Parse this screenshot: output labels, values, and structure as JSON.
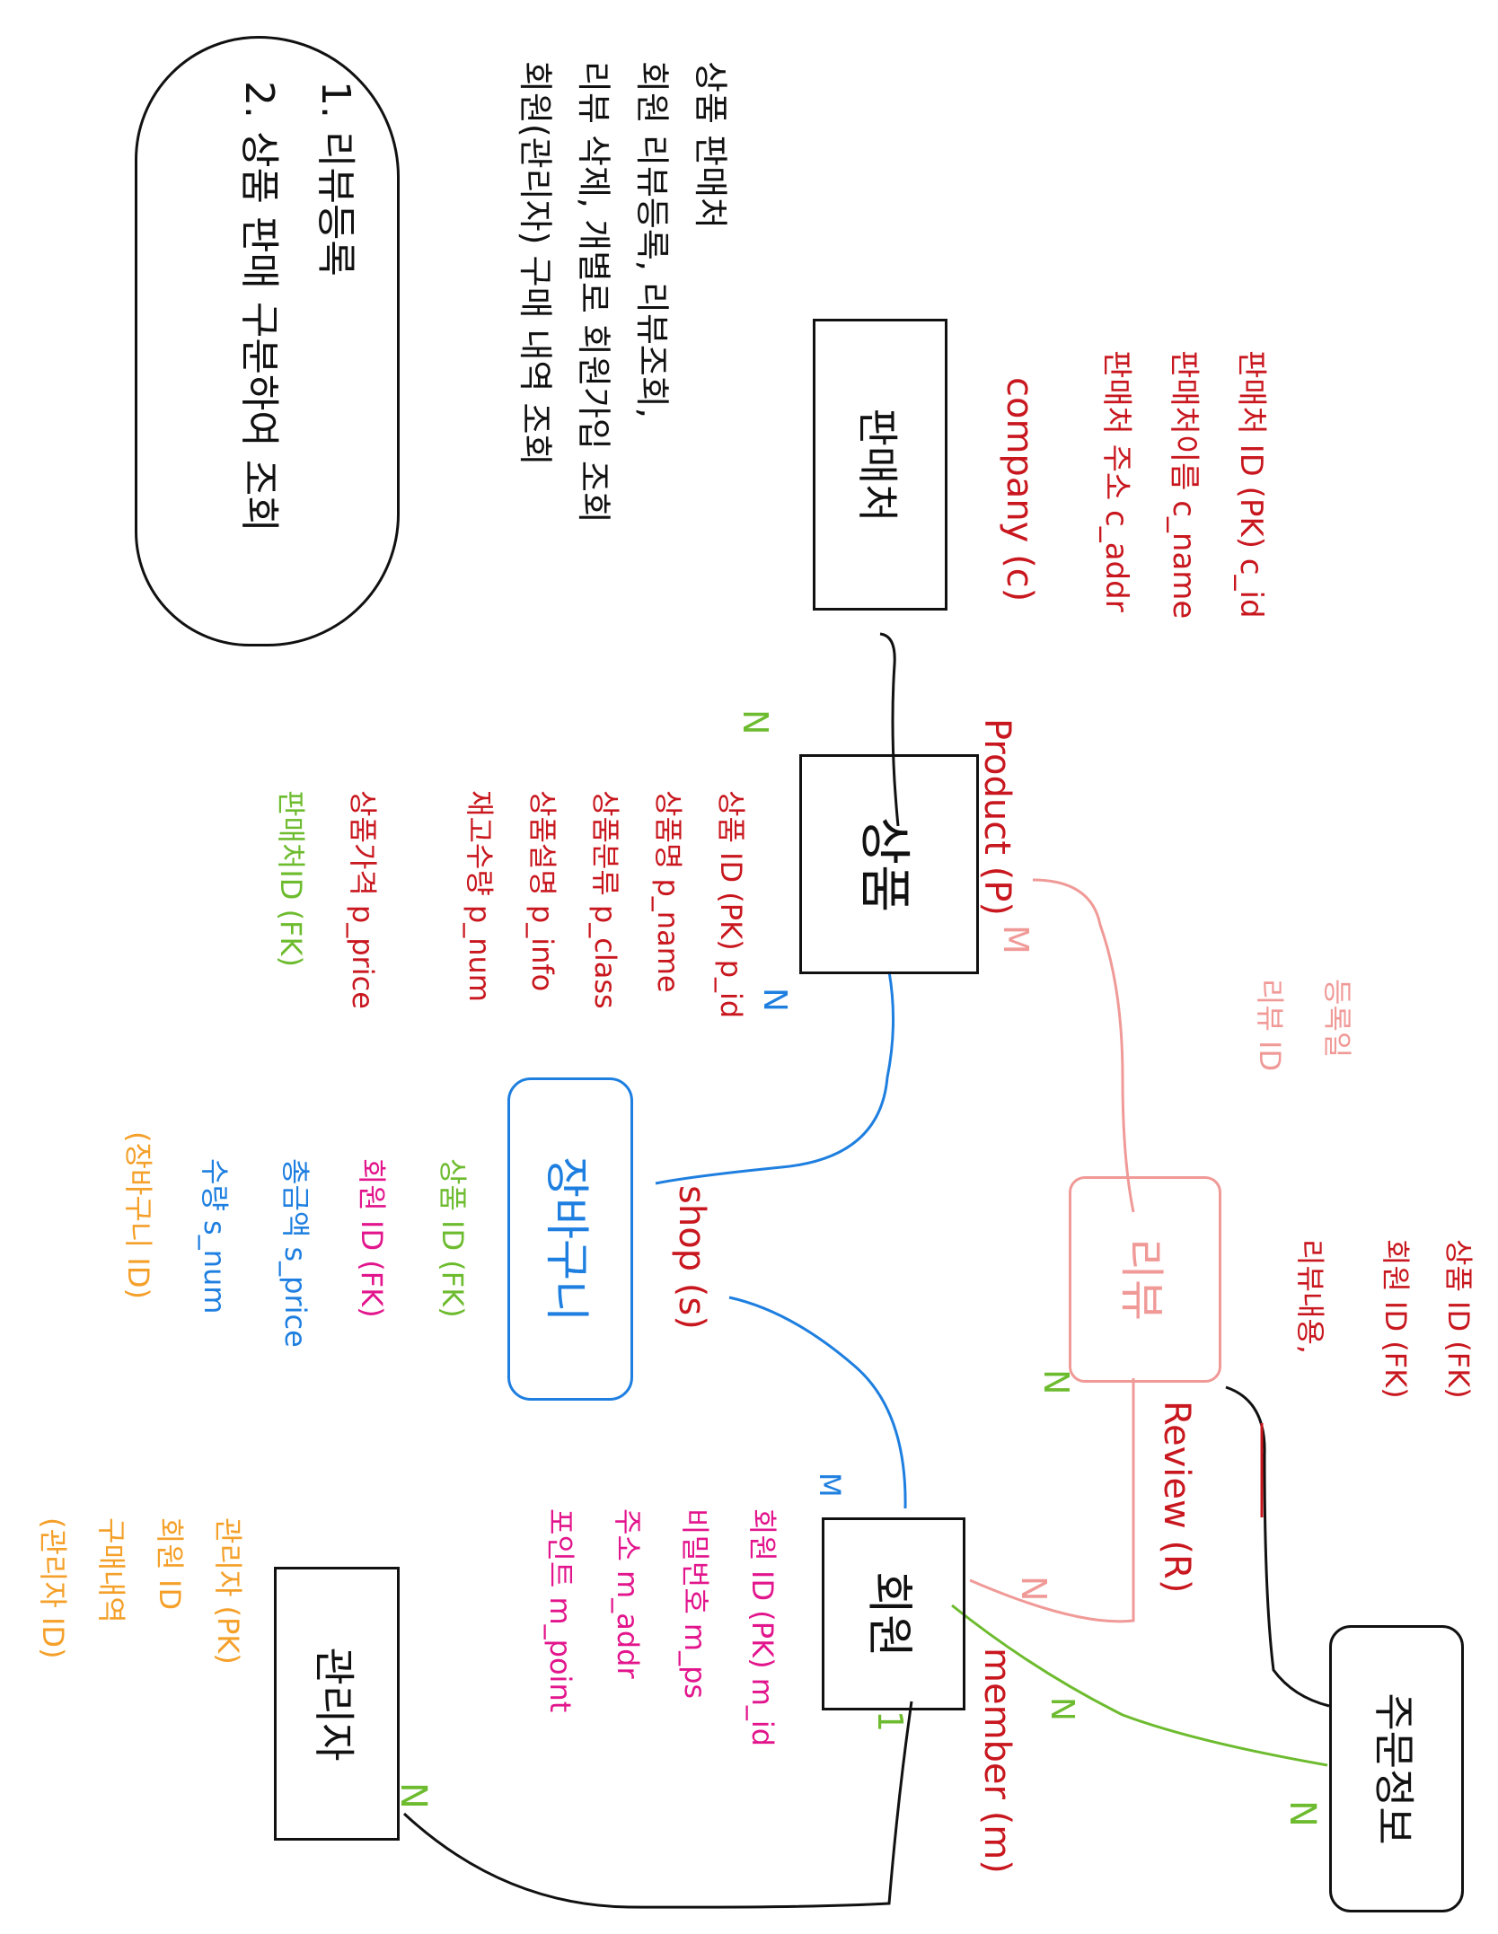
{
  "notes": {
    "header": "상품 판매처",
    "line1": "회원 리뷰등록, 리뷰조회,",
    "line2": "리뷰 삭제, 개별로 회원가입 조회",
    "line3": "회원(관리자) 구매 내역 조회",
    "todo1": "1. 리뷰등록",
    "todo2": "2. 상품 판매 구분하여 조회"
  },
  "entities": {
    "company": {
      "box_label": "판매처",
      "name": "company (c)",
      "attributes": [
        "판매처 ID (PK) c_id",
        "판매처이름 c_name",
        "판매처 주소 c_addr"
      ]
    },
    "product": {
      "box_label": "상품",
      "name": "Product (P)",
      "attributes": [
        "상품 ID (PK) p_id",
        "상품명 p_name",
        "상품분류 p_class",
        "상품설명 p_info",
        "재고수량 p_num",
        "상품가격 p_price",
        "판매처ID (FK)"
      ]
    },
    "shop": {
      "box_label": "장바구니",
      "name": "shop (s)",
      "attributes": [
        "상품 ID (FK)",
        "회원 ID (FK)",
        "총금액 s_price",
        "수량 s_num",
        "(장바구니 ID)"
      ]
    },
    "review": {
      "box_label": "리뷰",
      "name": "Review (R)",
      "attributes": [
        "상품 ID (FK)",
        "회원 ID (FK)",
        "리뷰내용,",
        "등록일",
        "리뷰 ID"
      ]
    },
    "member": {
      "box_label": "회원",
      "name": "member (m)",
      "attributes": [
        "회원 ID (PK) m_id",
        "비밀번호 m_ps",
        "주소 m_addr",
        "포인트 m_point"
      ]
    },
    "order": {
      "box_label": "주문정보",
      "attributes": []
    },
    "admin": {
      "box_label": "관리자",
      "attributes": [
        "관리자 (PK)",
        "회원 ID",
        "구매내역",
        "(관리자 ID)"
      ]
    }
  },
  "cardinality": {
    "company_product": "N",
    "product_shop": "N",
    "product_review": "M",
    "shop_member": "M",
    "member_review": "N",
    "review_order": "N",
    "member_order": "1",
    "member_admin": "N",
    "order_member": "N"
  },
  "colors": {
    "ink": "#111111",
    "red": "#c8171e",
    "green": "#6dbb2e",
    "blue": "#1e7fe0",
    "pink": "#f09a98",
    "magenta": "#e2158c",
    "orange": "#f4a02a"
  }
}
